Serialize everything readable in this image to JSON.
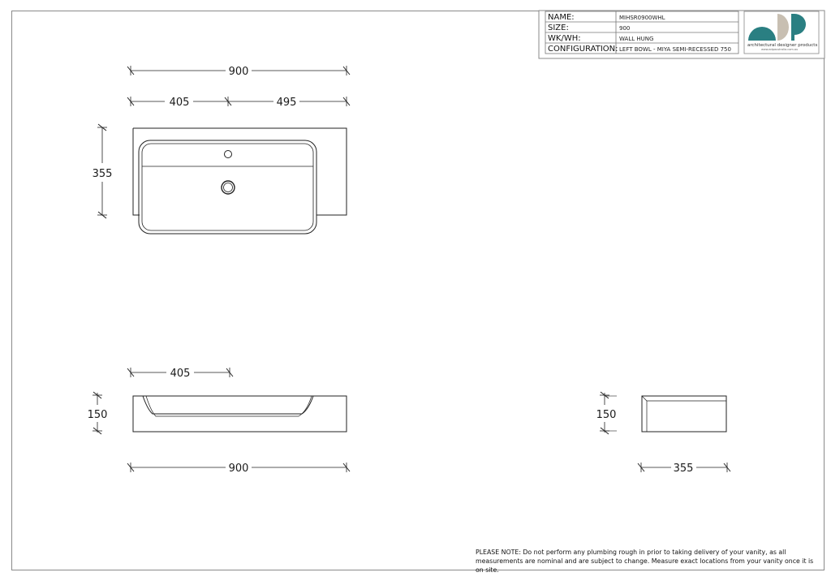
{
  "title_block": {
    "rows": [
      {
        "label": "NAME:",
        "value": "MIHSR0900WHL"
      },
      {
        "label": "SIZE:",
        "value": "900"
      },
      {
        "label": "WK/WH:",
        "value": "WALL HUNG"
      },
      {
        "label": "CONFIGURATION:",
        "value": "LEFT BOWL - MIYA SEMI-RECESSED 750"
      }
    ],
    "logo_text": "architectural designer products",
    "logo_subtext": "www.adpaustralia.com.au",
    "logo_colors": {
      "teal": "#2a7f82",
      "taupe": "#c8bfb2"
    }
  },
  "plan_view": {
    "overall_width": "900",
    "left_width": "405",
    "right_width": "495",
    "depth": "355"
  },
  "front_view": {
    "bowl_offset": "405",
    "height": "150",
    "overall_width": "900"
  },
  "side_view": {
    "height": "150",
    "depth": "355"
  },
  "note": "PLEASE NOTE: Do not perform any plumbing rough in prior to taking delivery of your vanity, as all measurements are nominal and are subject to change. Measure exact locations from your vanity once it is on site."
}
